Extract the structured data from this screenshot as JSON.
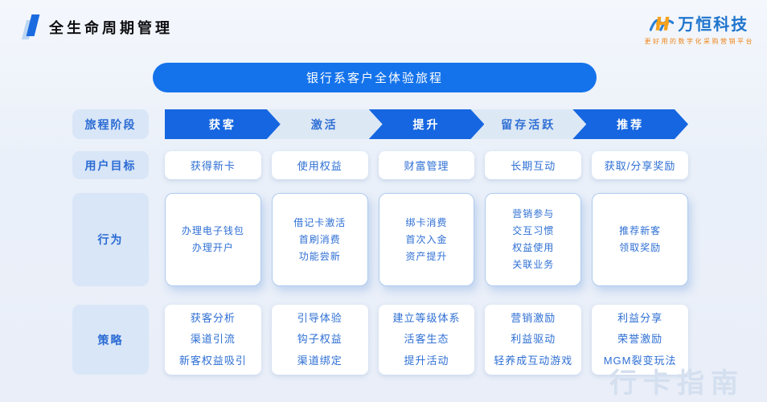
{
  "header": {
    "title": "全生命周期管理",
    "logo": {
      "name": "万恒科技",
      "tagline": "更好用的数字化采购营销平台",
      "mark_icon": "wanheng-h-logo",
      "colors": {
        "blue": "#1e74cc",
        "orange": "#f6a21c"
      }
    }
  },
  "banner": {
    "label": "银行系客户全体验旅程"
  },
  "rows": {
    "stage": {
      "label": "旅程阶段",
      "items": [
        {
          "label": "获客",
          "variant": "dark"
        },
        {
          "label": "激活",
          "variant": "light"
        },
        {
          "label": "提升",
          "variant": "dark"
        },
        {
          "label": "留存活跃",
          "variant": "light"
        },
        {
          "label": "推荐",
          "variant": "dark"
        }
      ]
    },
    "goals": {
      "label": "用户目标",
      "items": [
        "获得新卡",
        "使用权益",
        "财富管理",
        "长期互动",
        "获取/分享奖励"
      ]
    },
    "behavior": {
      "label": "行为",
      "cards": [
        {
          "lines": [
            "办理电子钱包",
            "办理开户"
          ]
        },
        {
          "lines": [
            "借记卡激活",
            "首刷消费",
            "功能尝新"
          ]
        },
        {
          "lines": [
            "绑卡消费",
            "首次入金",
            "资产提升"
          ]
        },
        {
          "lines": [
            "营销参与",
            "交互习惯",
            "权益使用",
            "关联业务"
          ]
        },
        {
          "lines": [
            "推荐新客",
            "领取奖励"
          ]
        }
      ]
    },
    "strategy": {
      "label": "策略",
      "cards": [
        {
          "lines": [
            "获客分析",
            "渠道引流",
            "新客权益吸引"
          ]
        },
        {
          "lines": [
            "引导体验",
            "钩子权益",
            "渠道绑定"
          ]
        },
        {
          "lines": [
            "建立等级体系",
            "活客生态",
            "提升活动"
          ]
        },
        {
          "lines": [
            "营销激励",
            "利益驱动",
            "轻养成互动游戏"
          ]
        },
        {
          "lines": [
            "利益分享",
            "荣誉激励",
            "MGM裂变玩法"
          ]
        }
      ]
    }
  },
  "colors": {
    "accent_blue": "#1566e0",
    "banner_blue": "#1473eb",
    "light_arrow": "#dde8f5",
    "label_bg": "#d9e6f7",
    "text_blue": "#2e6fd4",
    "background": "#e9eef8"
  },
  "watermark": "行卡指南"
}
